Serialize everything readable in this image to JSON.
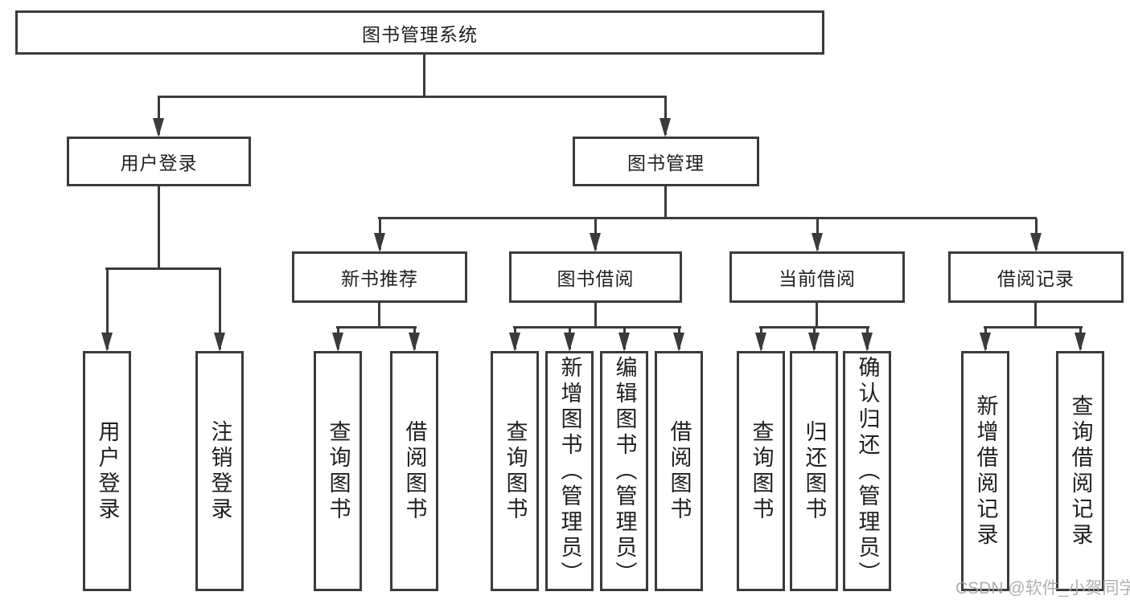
{
  "diagram": {
    "title": "图书管理系统",
    "level2": {
      "user_login": "用户登录",
      "book_management": "图书管理"
    },
    "level3": {
      "new_book_recommend": "新书推荐",
      "book_borrowing": "图书借阅",
      "current_borrowing": "当前借阅",
      "borrowing_records": "借阅记录"
    },
    "leaves": {
      "user_login": [
        "用户登录",
        "注销登录"
      ],
      "new_book_recommend": [
        "查询图书",
        "借阅图书"
      ],
      "book_borrowing": [
        "查询图书",
        "新增图书（管理员）",
        "编辑图书（管理员）",
        "借阅图书"
      ],
      "current_borrowing": [
        "查询图书",
        "归还图书",
        "确认归还（管理员）"
      ],
      "borrowing_records": [
        "新增借阅记录",
        "查询借阅记录"
      ]
    },
    "watermark": "CSDN @软件_小贺同学",
    "colors": {
      "line": "#3b3b3b",
      "text": "#1f1f1f",
      "watermark": "#a8a8a8",
      "background": "#ffffff"
    }
  }
}
